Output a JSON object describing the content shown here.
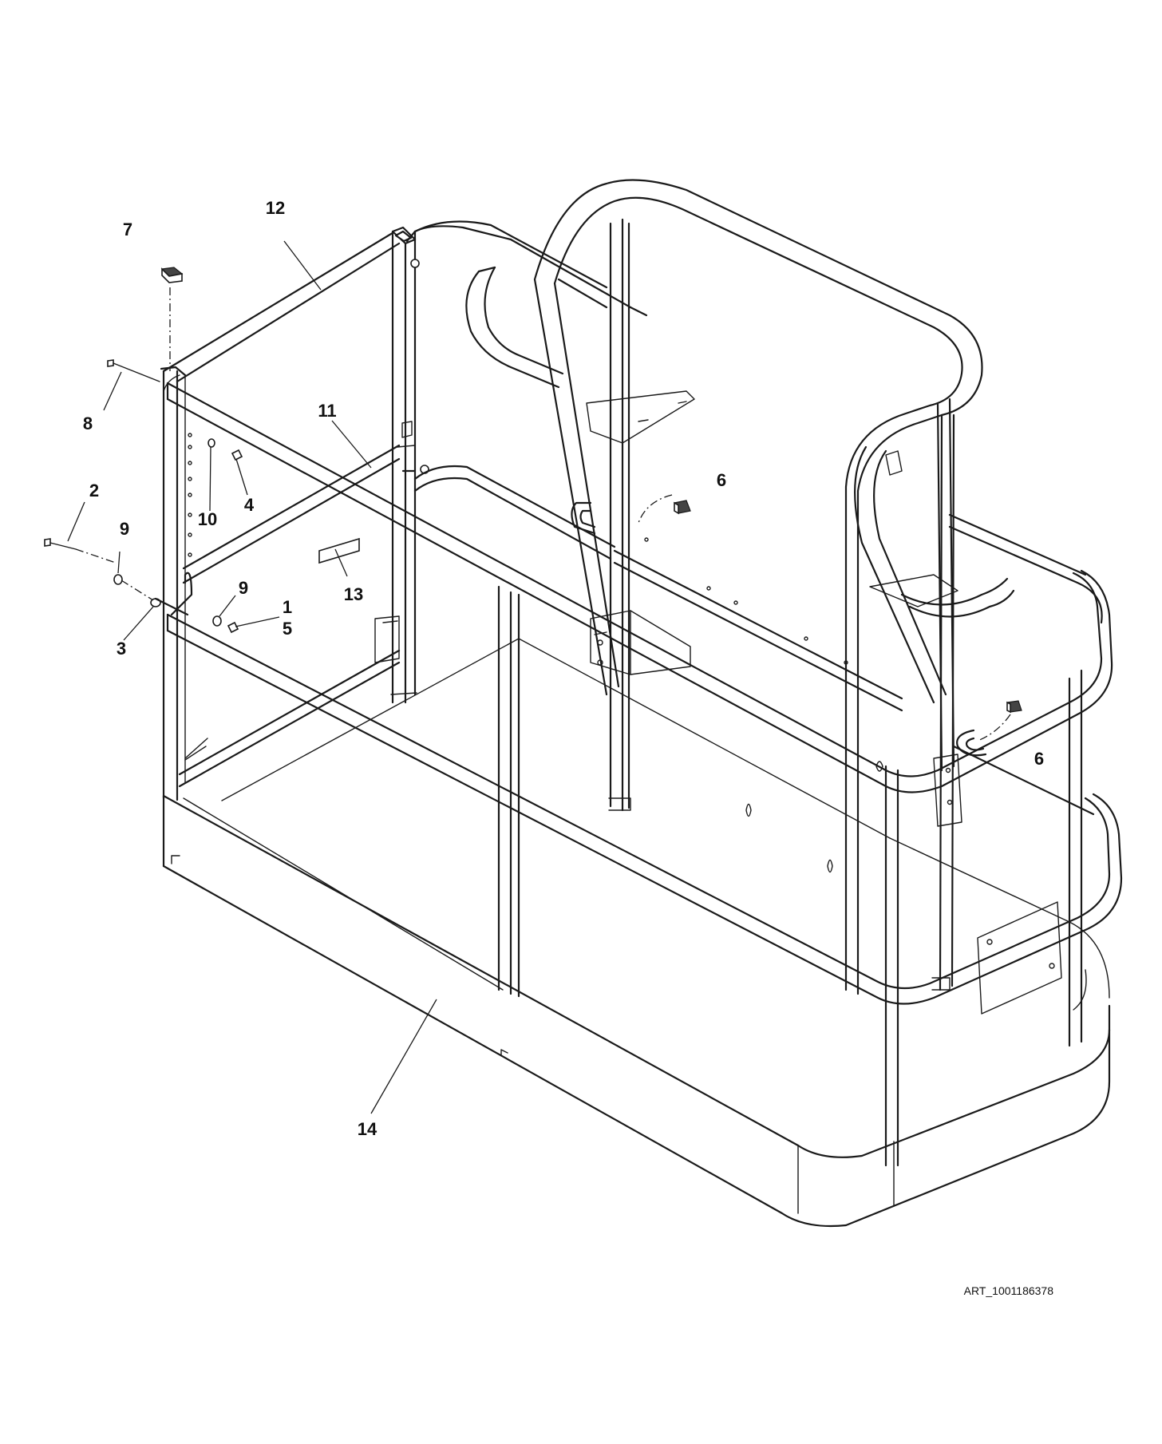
{
  "callouts": [
    {
      "id": "c7",
      "label": "7"
    },
    {
      "id": "c12",
      "label": "12"
    },
    {
      "id": "c8",
      "label": "8"
    },
    {
      "id": "c11",
      "label": "11"
    },
    {
      "id": "c10",
      "label": "10"
    },
    {
      "id": "c4",
      "label": "4"
    },
    {
      "id": "c2",
      "label": "2"
    },
    {
      "id": "c9a",
      "label": "9"
    },
    {
      "id": "c13",
      "label": "13"
    },
    {
      "id": "c9b",
      "label": "9"
    },
    {
      "id": "c1",
      "label": "1"
    },
    {
      "id": "c5",
      "label": "5"
    },
    {
      "id": "c3",
      "label": "3"
    },
    {
      "id": "c6a",
      "label": "6"
    },
    {
      "id": "c6b",
      "label": "6"
    },
    {
      "id": "c14",
      "label": "14"
    }
  ],
  "art_code": "ART_1001186378"
}
